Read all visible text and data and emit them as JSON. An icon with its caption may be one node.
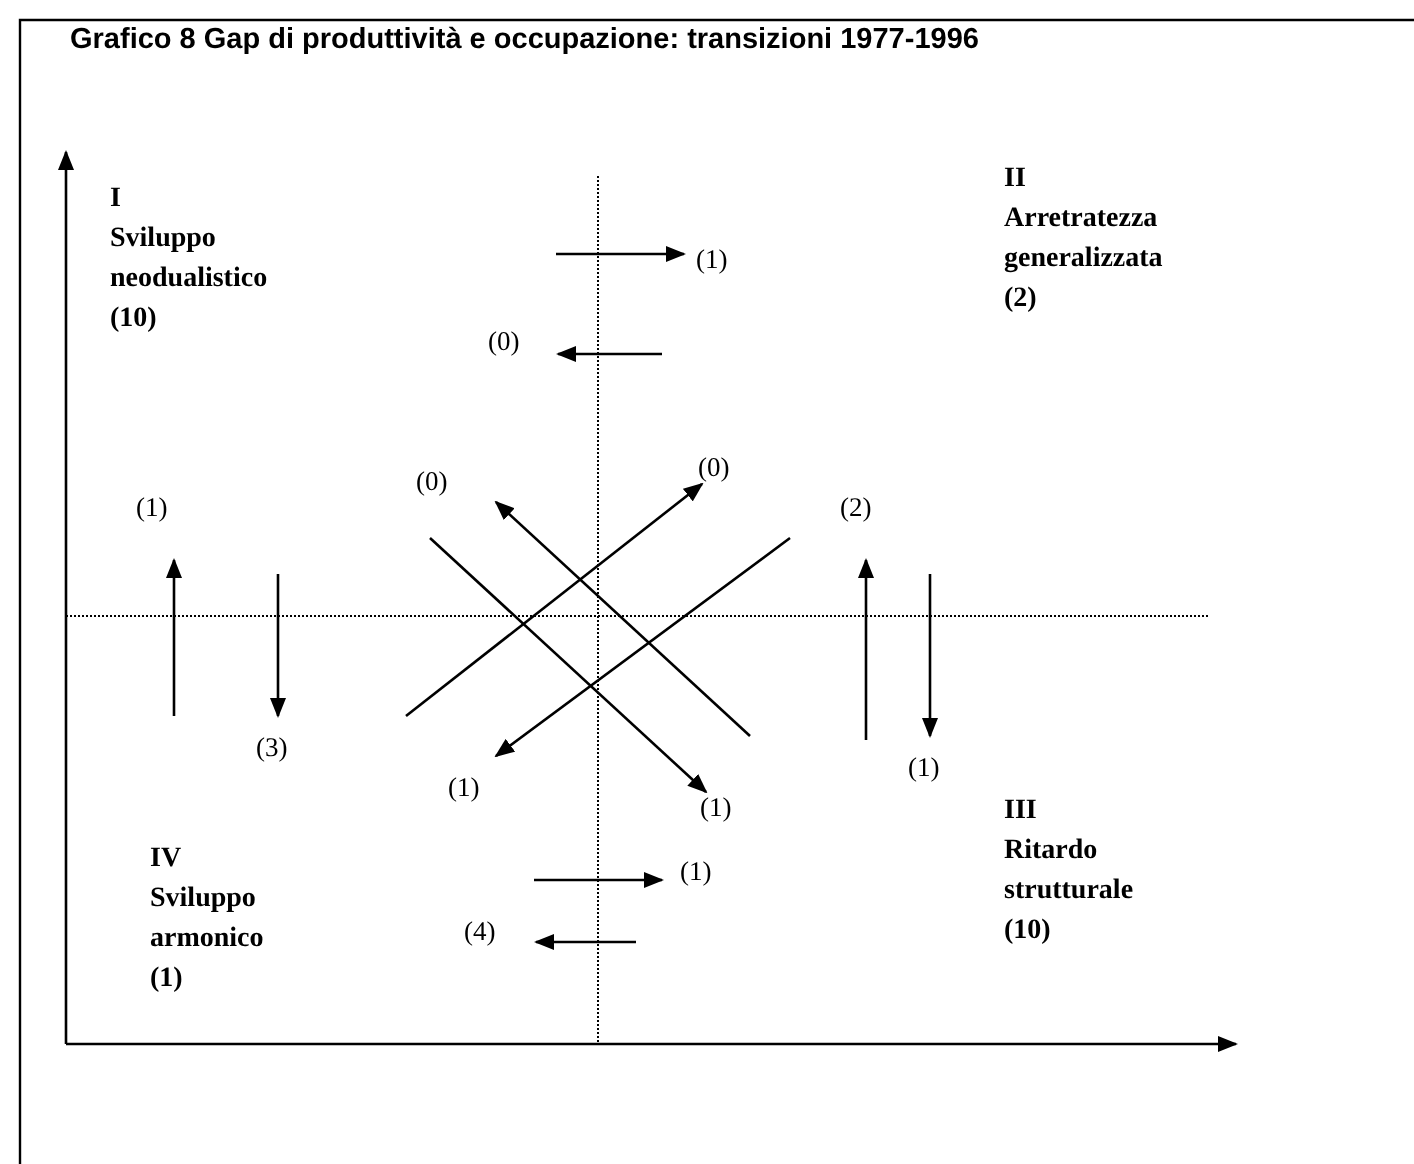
{
  "diagram": {
    "title": "Grafico 8 Gap di produttività e occupazione: transizioni 1977-1996",
    "nodes": [
      {
        "text": [
          "I",
          "Sviluppo neodualistico",
          "(10)"
        ]
      },
      {
        "text": [
          "II",
          "Arretratezza generalizzata",
          "(2)"
        ]
      },
      {
        "text": [
          "III",
          "Ritardo strutturale",
          "(10)"
        ]
      },
      {
        "text": [
          "IV",
          "Sviluppo armonico",
          "(1)"
        ]
      }
    ],
    "labels": [
      "(1)",
      "(0)",
      "(0)",
      "(0)",
      "(1)",
      "(2)",
      "(3)",
      "(1)",
      "(1)",
      "(1)",
      "(1)",
      "(4)"
    ]
  }
}
